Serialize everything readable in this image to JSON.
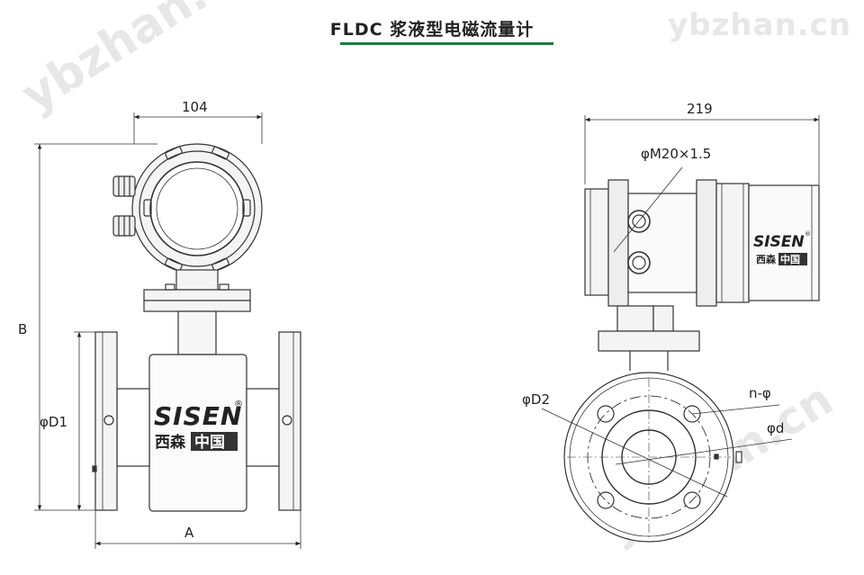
{
  "title": "FLDC 浆液型电磁流量计",
  "watermark": "ybzhan.cn",
  "left_view": {
    "dim_top": "104",
    "dim_height": "B",
    "dim_flange": "φD1",
    "dim_length": "A",
    "brand": "SISEN",
    "registered": "®",
    "brand_cn_left": "西森",
    "brand_cn_right": "中国"
  },
  "right_view": {
    "dim_top": "219",
    "thread_label": "φM20×1.5",
    "brand": "SISEN",
    "registered": "®",
    "brand_cn_left": "西森",
    "brand_cn_right": "中国",
    "dim_pcd": "φD2",
    "dim_holes": "n-φ",
    "dim_bore": "φd"
  }
}
